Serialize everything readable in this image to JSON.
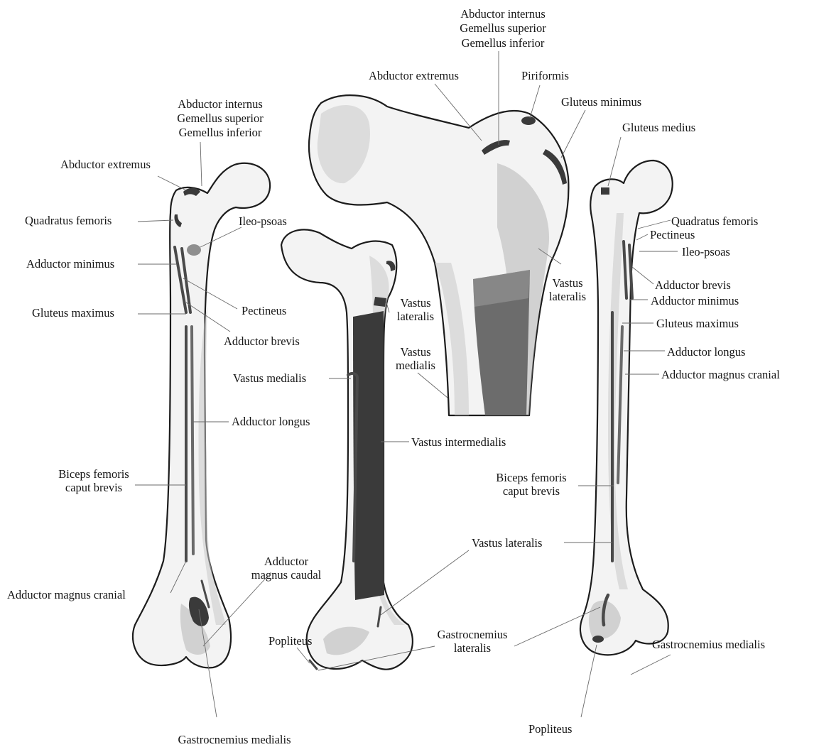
{
  "labels": {
    "center_abductor_internus": "Abductor internus",
    "center_gemellus_superior": "Gemellus superior",
    "center_gemellus_inferior": "Gemellus inferior",
    "center_abductor_extremus": "Abductor extremus",
    "center_piriformis": "Piriformis",
    "center_gluteus_minimus": "Gluteus minimus",
    "center_vastus_lateralis": "Vastus\nlateralis",
    "center_vastus_medialis": "Vastus\nmedialis",
    "left_abductor_internus": "Abductor internus",
    "left_gemellus_superior": "Gemellus superior",
    "left_gemellus_inferior": "Gemellus inferior",
    "left_abductor_extremus": "Abductor extremus",
    "left_quadratus_femoris": "Quadratus femoris",
    "left_ileo_psoas": "Ileo-psoas",
    "left_adductor_minimus": "Adductor minimus",
    "left_pectineus": "Pectineus",
    "left_gluteus_maximus": "Gluteus maximus",
    "left_adductor_brevis": "Adductor brevis",
    "left_adductor_longus": "Adductor longus",
    "left_biceps_femoris": "Biceps femoris\ncaput brevis",
    "left_adductor_magnus_caudal": "Adductor\nmagnus caudal",
    "left_adductor_magnus_cranial": "Adductor magnus cranial",
    "left_gastrocnemius_medialis": "Gastrocnemius medialis",
    "mid_vastus_lateralis_top": "Vastus\nlateralis",
    "mid_vastus_medialis": "Vastus medialis",
    "mid_vastus_intermedialis": "Vastus intermedialis",
    "mid_vastus_lateralis_bottom": "Vastus lateralis",
    "mid_popliteus": "Popliteus",
    "mid_gastrocnemius_lateralis": "Gastrocnemius\nlateralis",
    "right_gluteus_medius": "Gluteus medius",
    "right_quadratus_femoris": "Quadratus femoris",
    "right_pectineus": "Pectineus",
    "right_ileo_psoas": "Ileo-psoas",
    "right_adductor_brevis": "Adductor brevis",
    "right_adductor_minimus": "Adductor minimus",
    "right_gluteus_maximus": "Gluteus maximus",
    "right_adductor_longus": "Adductor longus",
    "right_adductor_magnus_cranial": "Adductor magnus cranial",
    "right_biceps_femoris": "Biceps femoris\ncaput brevis",
    "right_gastrocnemius_medialis": "Gastrocnemius medialis",
    "right_popliteus": "Popliteus"
  }
}
